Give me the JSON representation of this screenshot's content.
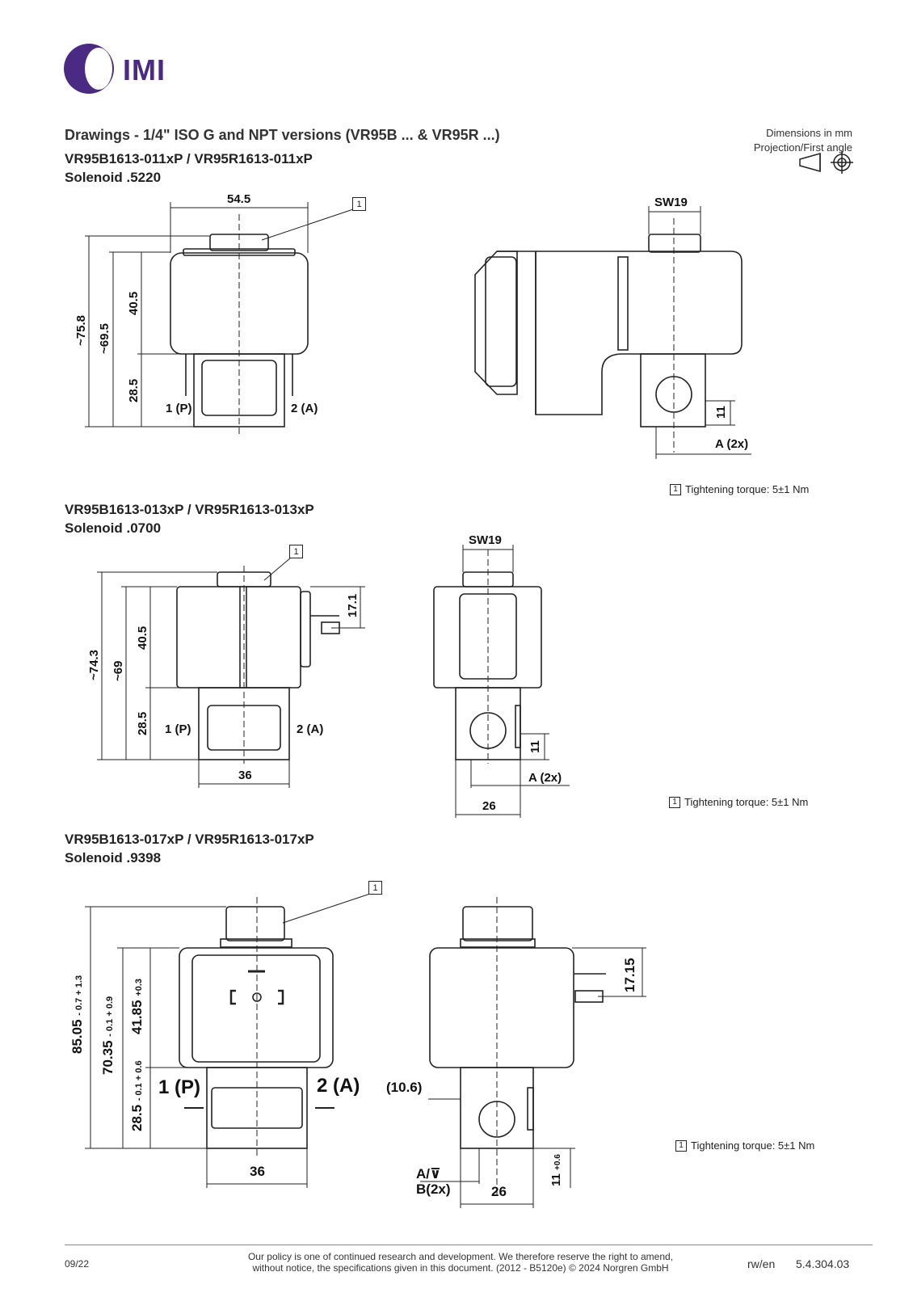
{
  "brand": {
    "name": "IMI"
  },
  "header": {
    "title": "Drawings - 1/4\" ISO G and NPT versions (VR95B ... & VR95R ...)",
    "dims_line1": "Dimensions in mm",
    "dims_line2": "Projection/First angle"
  },
  "sections": [
    {
      "model": "VR95B1613-011xP / VR95R1613-011xP",
      "solenoid": "Solenoid .5220",
      "dims": {
        "width": "54.5",
        "h1": "~75.8",
        "h2": "~69.5",
        "h3": "40.5",
        "h4": "28.5",
        "port1": "1 (P)",
        "port2": "2 (A)",
        "sw": "SW19",
        "side": "11",
        "a": "A (2x)"
      },
      "note": "Tightening torque: 5±1 Nm"
    },
    {
      "model": "VR95B1613-013xP / VR95R1613-013xP",
      "solenoid": "Solenoid .0700",
      "dims": {
        "h1": "~74.3",
        "h2": "~69",
        "h3": "40.5",
        "h4": "28.5",
        "h5": "17.1",
        "port1": "1 (P)",
        "port2": "2 (A)",
        "w1": "36",
        "sw": "SW19",
        "side": "11",
        "a": "A (2x)",
        "w2": "26"
      },
      "note": "Tightening torque: 5±1 Nm"
    },
    {
      "model": "VR95B1613-017xP / VR95R1613-017xP",
      "solenoid": "Solenoid .9398",
      "dims": {
        "h1": "85.05",
        "h1_tol": "- 0.7 + 1.3",
        "h2": "70.35",
        "h2_tol": "- 0.1 + 0.9",
        "h3": "41.85",
        "h3_tol": "+0.3",
        "h4": "28.5",
        "h4_tol": "- 0.1 + 0.6",
        "port1": "1 (P)",
        "port2": "2 (A)",
        "w1": "36",
        "h5": "17.15",
        "offset": "(10.6)",
        "ab_a": "A/⊽",
        "ab_b": "B(2x)",
        "w2": "26",
        "side": "11",
        "side_tol": "+0.6"
      },
      "note": "Tightening torque: 5±1 Nm"
    }
  ],
  "callout": "1",
  "footer": {
    "date": "09/22",
    "policy1": "Our policy is one of continued research and development. We therefore reserve the right to amend,",
    "policy2": "without notice, the specifications given in this document. (2012 - B5120e) © 2024 Norgren GmbH",
    "lang": "rw/en",
    "doc": "5.4.304.03"
  },
  "colors": {
    "brand": "#4a2a82",
    "line": "#222222"
  }
}
